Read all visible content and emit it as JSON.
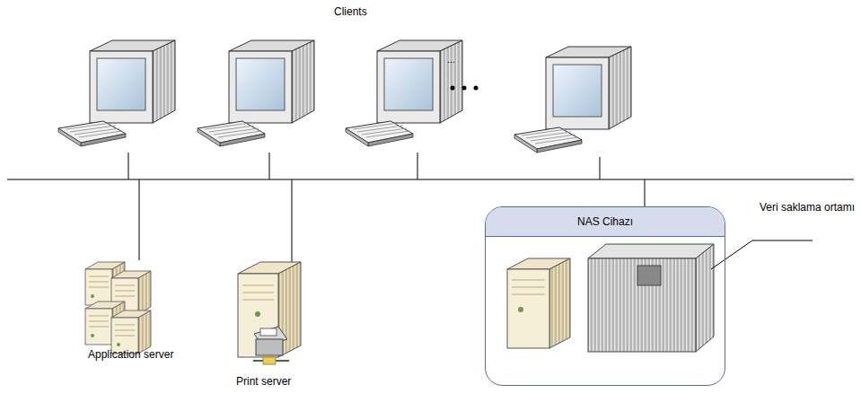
{
  "diagram": {
    "nodes": [
      {
        "text": [
          "NAS Cihazı"
        ]
      }
    ],
    "labels": [
      "Clients",
      "...",
      "Application server",
      "Print server",
      "Veri saklama ortamı"
    ]
  }
}
